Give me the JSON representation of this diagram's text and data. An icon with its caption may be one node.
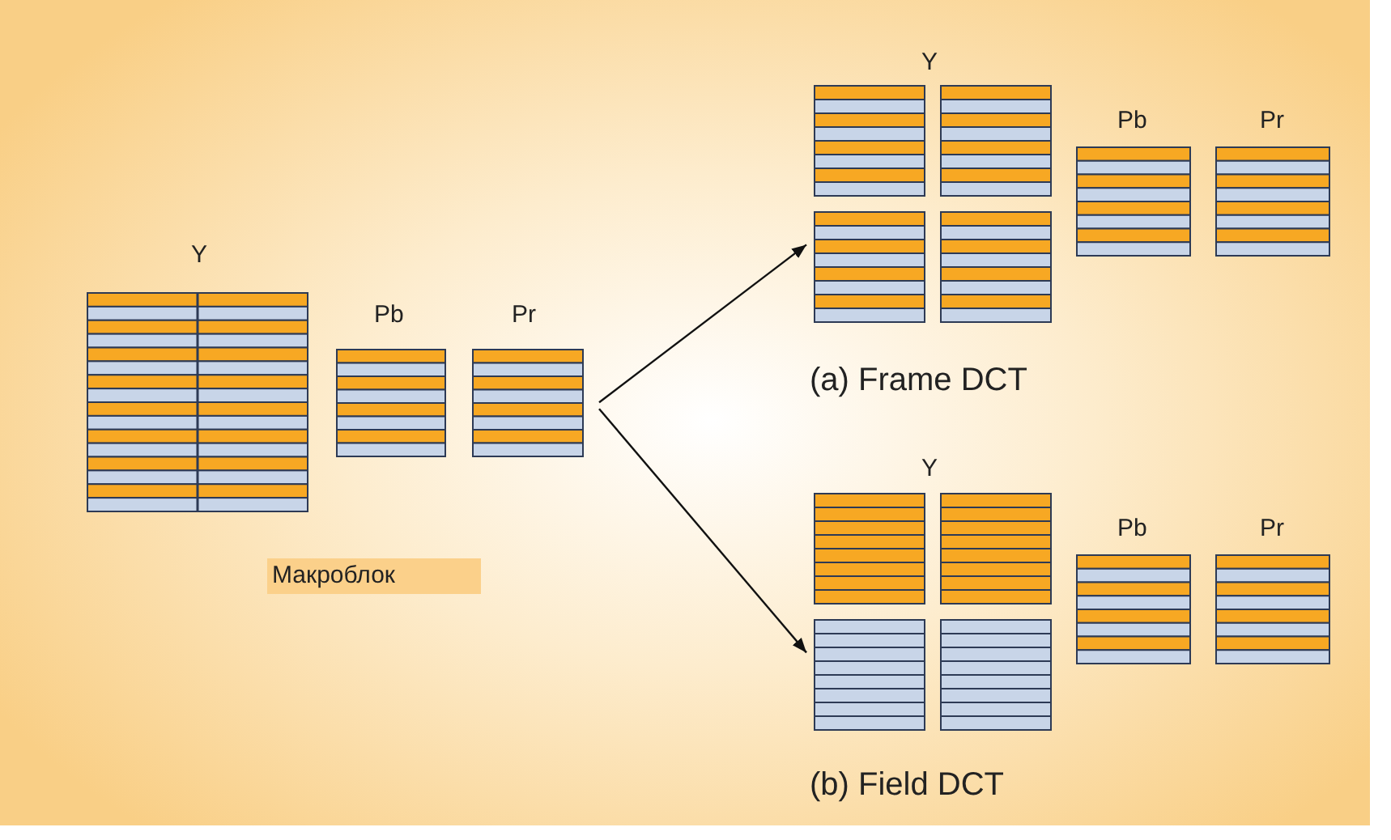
{
  "diagram": {
    "nodes": [
      {
        "text": [],
        "shape": "picture",
        "beside": [
          "Макроблок"
        ]
      },
      {
        "text": [],
        "shape": "picture",
        "beside": [
          "(a) Frame DCT"
        ]
      },
      {
        "text": [],
        "shape": "picture",
        "beside": [
          "(b) Field DCT"
        ]
      }
    ],
    "edges": [
      {
        "from": 0,
        "to": 1,
        "arrow": "to"
      },
      {
        "from": 0,
        "to": 2,
        "arrow": "to"
      }
    ],
    "labels": [
      "Y",
      "Pb",
      "Pr",
      "Y",
      "Pb",
      "Pr",
      "Y",
      "Pb",
      "Pr"
    ]
  }
}
